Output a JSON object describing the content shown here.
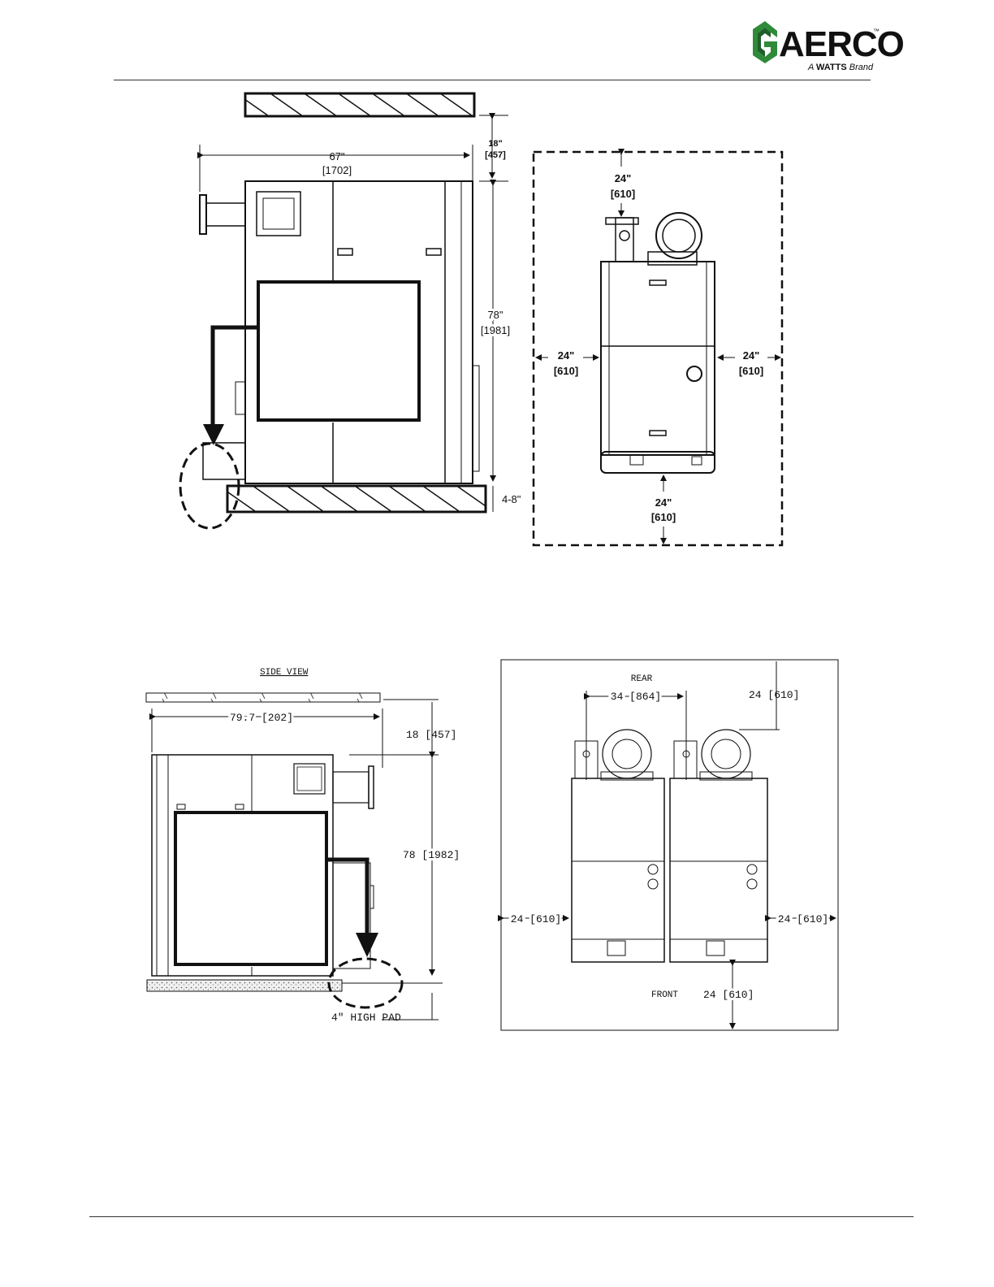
{
  "brand": {
    "name": "AERCO",
    "trademark": "™",
    "tagline_prefix": "A",
    "tagline_brand": "WATTS",
    "tagline_suffix": "Brand"
  },
  "colors": {
    "ink": "#111111",
    "logo_green": "#2f8a3a"
  },
  "top_diagram": {
    "side": {
      "width_in": "67\"",
      "width_mm": "[1702]",
      "top_clear_in": "18\"",
      "top_clear_mm": "[457]",
      "height_in": "78\"",
      "height_mm": "[1981]",
      "pad": "4-8\""
    },
    "plan": {
      "rear_in": "24\"",
      "rear_mm": "[610]",
      "left_in": "24\"",
      "left_mm": "[610]",
      "right_in": "24\"",
      "right_mm": "[610]",
      "front_in": "24\"",
      "front_mm": "[610]"
    }
  },
  "bottom_diagram": {
    "side": {
      "title": "SIDE VIEW",
      "width": "79.7 [202]",
      "top_clear": "18 [457]",
      "height": "78 [1982]",
      "pad": "4\" HIGH PAD"
    },
    "plan": {
      "rear": "REAR",
      "spacing": "34 [864]",
      "rear_clear": "24 [610]",
      "left_clear": "24 [610]",
      "right_clear": "24 [610]",
      "front": "FRONT",
      "front_clear": "24 [610]"
    }
  }
}
